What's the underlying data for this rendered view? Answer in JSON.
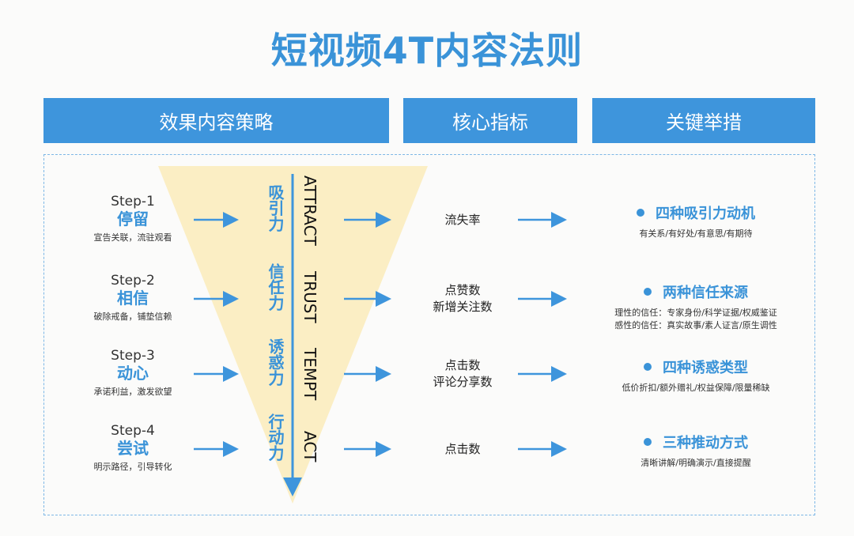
{
  "title": "短视频4T内容法则",
  "headers": [
    "效果内容策略",
    "核心指标",
    "关键举措"
  ],
  "steps": [
    {
      "step": "Step-1",
      "name": "停留",
      "desc": "宣告关联，流驻观看",
      "cn": "吸引力",
      "en": "ATTRACT",
      "metric": [
        "流失率"
      ],
      "action": "四种吸引力动机",
      "action_desc": [
        "有关系/有好处/有意思/有期待"
      ]
    },
    {
      "step": "Step-2",
      "name": "相信",
      "desc": "破除戒备，铺垫信赖",
      "cn": "信任力",
      "en": "TRUST",
      "metric": [
        "点赞数",
        "新增关注数"
      ],
      "action": "两种信任来源",
      "action_desc": [
        "理性的信任：专家身份/科学证据/权威鉴证",
        "感性的信任：真实故事/素人证言/原生调性"
      ]
    },
    {
      "step": "Step-3",
      "name": "动心",
      "desc": "承诺利益，激发欲望",
      "cn": "诱惑力",
      "en": "TEMPT",
      "metric": [
        "点击数",
        "评论分享数"
      ],
      "action": "四种诱惑类型",
      "action_desc": [
        "低价折扣/额外赠礼/权益保障/限量稀缺"
      ]
    },
    {
      "step": "Step-4",
      "name": "尝试",
      "desc": "明示路径，引导转化",
      "cn": "行动力",
      "en": "ACT",
      "metric": [
        "点击数"
      ],
      "action": "三种推动方式",
      "action_desc": [
        "清晰讲解/明确演示/直接提醒"
      ]
    }
  ],
  "colors": {
    "accent": "#3e95dc",
    "funnel": "#fbeec4"
  }
}
